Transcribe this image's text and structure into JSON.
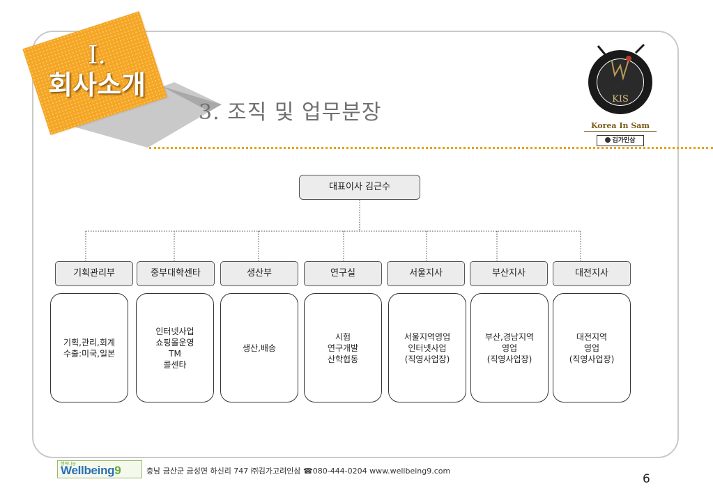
{
  "banner": {
    "roman": "I.",
    "title": "회사소개"
  },
  "section_title": "3.  조직 및 업무분장",
  "logo": {
    "emblem": "KIS",
    "brand": "Korea In Sam",
    "sub": "김가인삼"
  },
  "org": {
    "ceo": "대표이사 김근수",
    "departments": [
      {
        "name": "기획관리부",
        "duty": "기획,관리,회계\n수출:미국,일본"
      },
      {
        "name": "중부대학센타",
        "duty": "인터넷사업\n쇼핑몰운영\nTM\n콜센타"
      },
      {
        "name": "생산부",
        "duty": "생산,배송"
      },
      {
        "name": "연구실",
        "duty": "시험\n연구개발\n산학협동"
      },
      {
        "name": "서울지사",
        "duty": "서울지역영업\n인터넷사업\n(직영사업장)"
      },
      {
        "name": "부산지사",
        "duty": "부산,경남지역\n영업\n(직영사업장)"
      },
      {
        "name": "대전지사",
        "duty": "대전지역\n영업\n(직영사업장)"
      }
    ]
  },
  "footer": {
    "logo_tag": "행복나눔",
    "logo_word": "Wellbeing",
    "logo_num": "9",
    "text": "충남 금산군 금성면 하신리 747 ㈜김가고려인삼 ☎080-444-0204 www.wellbeing9.com"
  },
  "page_number": "6",
  "colors": {
    "accent": "#f5a623",
    "rule": "#e8a21a",
    "box_fill": "#ececec"
  }
}
